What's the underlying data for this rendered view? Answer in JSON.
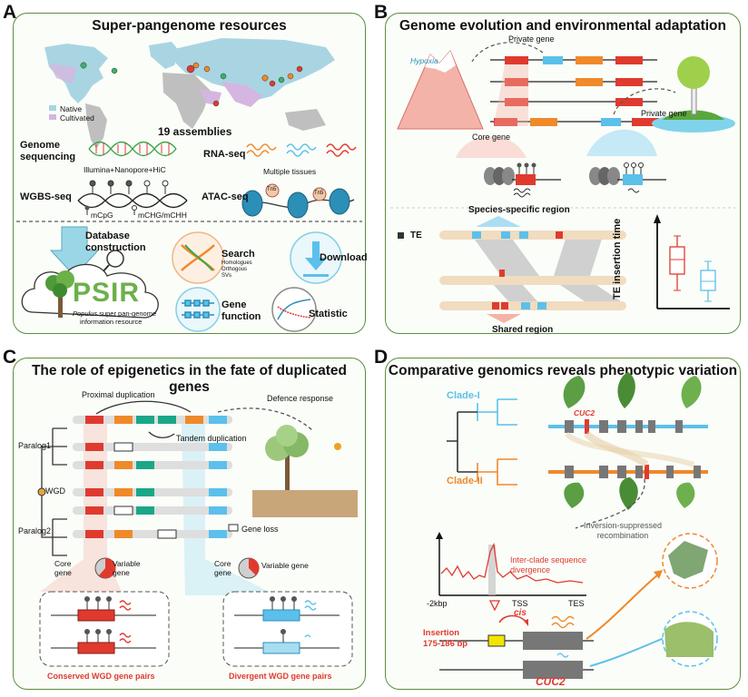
{
  "panels": {
    "a": {
      "letter": "A",
      "title": "Super-pangenome resources",
      "legend": [
        "Native",
        "Cultivated"
      ],
      "assemblies": "19 assemblies",
      "genome_seq": "Genome sequencing",
      "genome_seq_tech": "Illumina+Nanopore+HiC",
      "rna_seq": "RNA-seq",
      "rna_seq_note": "Multiple tissues",
      "wgbs_seq": "WGBS-seq",
      "mcpg": "mCpG",
      "mchg": "mCHG/mCHH",
      "atac_seq": "ATAC-seq",
      "tn5": "Tn5",
      "db_construction": "Database construction",
      "psir": "PSIR",
      "psir_desc_1": "Populus",
      "psir_desc_2": " super pan-genome",
      "psir_desc_3": "information resource",
      "search": "Search",
      "search_items": [
        "Homologues",
        "Orthogous",
        "SVs"
      ],
      "download": "Download",
      "gene_function": "Gene function",
      "statistic": "Statistic"
    },
    "b": {
      "letter": "B",
      "title": "Genome evolution and environmental adaptation",
      "hypoxia": "Hypoxia",
      "private_gene_1": "Private gene",
      "private_gene_2": "Private gene",
      "core_gene": "Core gene",
      "te": "TE",
      "species_specific": "Species-specific region",
      "shared_region": "Shared region",
      "te_insertion": "TE insertion time"
    },
    "c": {
      "letter": "C",
      "title": "The role of epigenetics in the fate of duplicated genes",
      "proximal": "Proximal duplication",
      "tandem": "Tandem duplication",
      "defence": "Defence response",
      "paralog1": "Paralog1",
      "paralog2": "Paralog2",
      "wgd": "WGD",
      "gene_loss": "Gene loss",
      "core_gene": "Core gene",
      "variable_gene_1": "Variable gene",
      "variable_gene_2": "Variable gene",
      "conserved": "Conserved WGD gene pairs",
      "divergent": "Divergent WGD gene pairs"
    },
    "d": {
      "letter": "D",
      "title": "Comparative genomics reveals phenotypic variation",
      "clade1": "Clade-I",
      "clade2": "Clade-II",
      "cuc2_small": "CUC2",
      "inversion": "Inversion-suppressed recombination",
      "divergence": "Inter-clade sequence divergence",
      "x_ticks": [
        "-2kbp",
        "TSS",
        "TES"
      ],
      "insertion": "Insertion 175-186 bp",
      "cis": "cis",
      "cuc2": "CUC2"
    }
  },
  "colors": {
    "frame": "#5b8f3c",
    "red": "#e03a2f",
    "blue": "#5bc0eb",
    "orange": "#f0892a",
    "teal": "#1aa787",
    "grey": "#8c8c8c"
  }
}
